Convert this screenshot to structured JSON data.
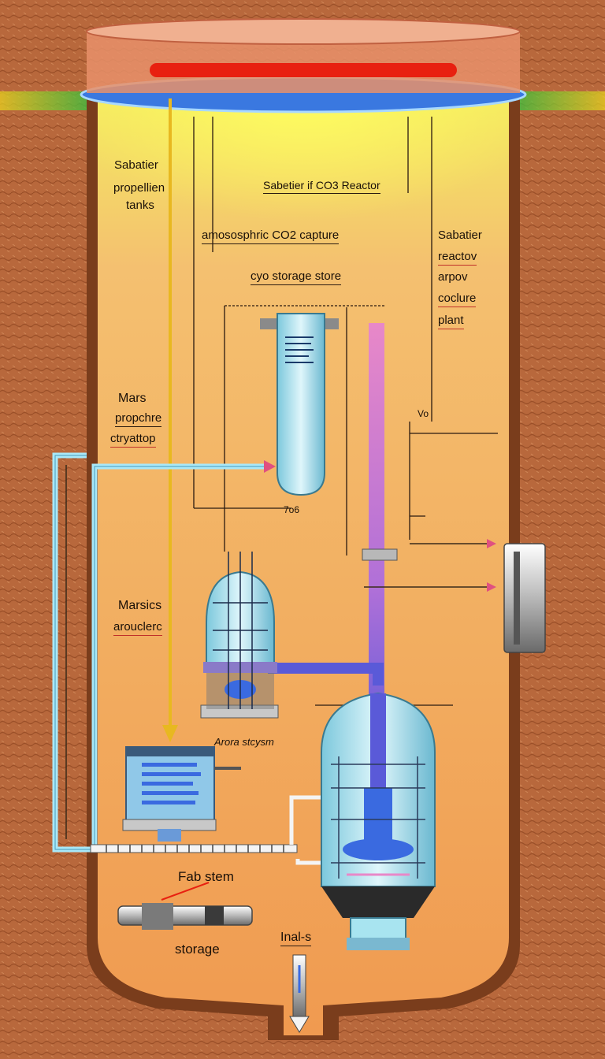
{
  "labels": {
    "left_tanks": [
      "Sabatier",
      "propellien",
      "tanks"
    ],
    "reactor_title": "Sabetier if CO3 Reactor",
    "capture": "amososphric CO2 capture",
    "cryo": "cyo storage store",
    "right_sabatier": [
      "Sabatier",
      "reactov",
      "arpov",
      "coclure",
      "plant"
    ],
    "mars_atmo": [
      "Mars",
      "propchre",
      "ctryattop"
    ],
    "marsice": [
      "Marsics",
      "arouclerc"
    ],
    "arora": "Arora stcysm",
    "small_vo": "Vo",
    "small_706": "7o6",
    "fab": "Fab stem",
    "storage": "storage",
    "inals": "Inal-s"
  },
  "colors": {
    "soil": "#b8683c",
    "silo_fill": "#f0a85a",
    "glass": "#a8e4f0",
    "blue_pipe": "#5a5ad8",
    "pink_pipe": "#e888c8",
    "yellow_arrow": "#e8b820",
    "red_heat": "#e82010"
  }
}
